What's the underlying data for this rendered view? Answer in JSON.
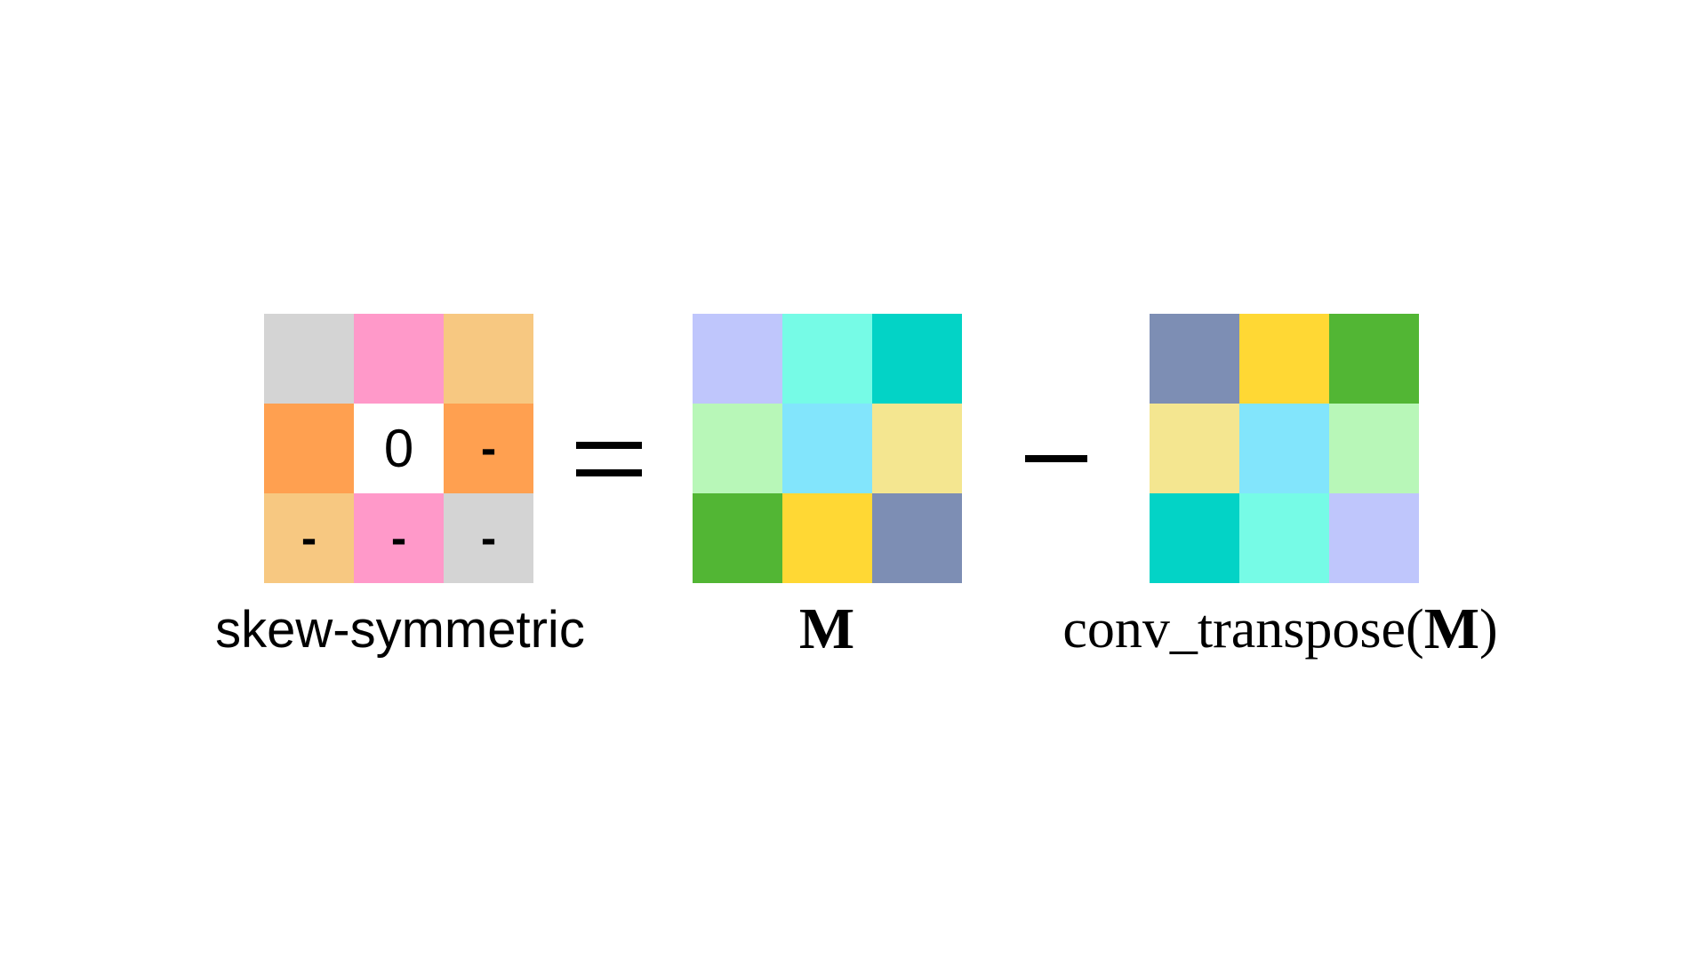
{
  "skew_matrix": {
    "caption": "skew-symmetric",
    "cells": [
      {
        "color": "#d4d4d4",
        "text": ""
      },
      {
        "color": "#ff99c9",
        "text": ""
      },
      {
        "color": "#f7c881",
        "text": ""
      },
      {
        "color": "#ffa050",
        "text": ""
      },
      {
        "color": "#ffffff",
        "text": "0"
      },
      {
        "color": "#ffa050",
        "text": "-"
      },
      {
        "color": "#f7c881",
        "text": "-"
      },
      {
        "color": "#ff99c9",
        "text": "-"
      },
      {
        "color": "#d4d4d4",
        "text": "-"
      }
    ]
  },
  "equals_operator": "=",
  "m_matrix": {
    "caption": "M",
    "cells": [
      {
        "color": "#bfc6fc"
      },
      {
        "color": "#76fbe6"
      },
      {
        "color": "#03d3c6"
      },
      {
        "color": "#b8f7b8"
      },
      {
        "color": "#82e5fc"
      },
      {
        "color": "#f4e690"
      },
      {
        "color": "#52b634"
      },
      {
        "color": "#ffd834"
      },
      {
        "color": "#7d8eb4"
      }
    ]
  },
  "minus_operator": "−",
  "conv_transpose_matrix": {
    "caption_prefix": "conv_transpose(",
    "caption_bold": "M",
    "caption_suffix": ")",
    "cells": [
      {
        "color": "#7d8eb4"
      },
      {
        "color": "#ffd834"
      },
      {
        "color": "#52b634"
      },
      {
        "color": "#f4e690"
      },
      {
        "color": "#82e5fc"
      },
      {
        "color": "#b8f7b8"
      },
      {
        "color": "#03d3c6"
      },
      {
        "color": "#76fbe6"
      },
      {
        "color": "#bfc6fc"
      }
    ]
  }
}
